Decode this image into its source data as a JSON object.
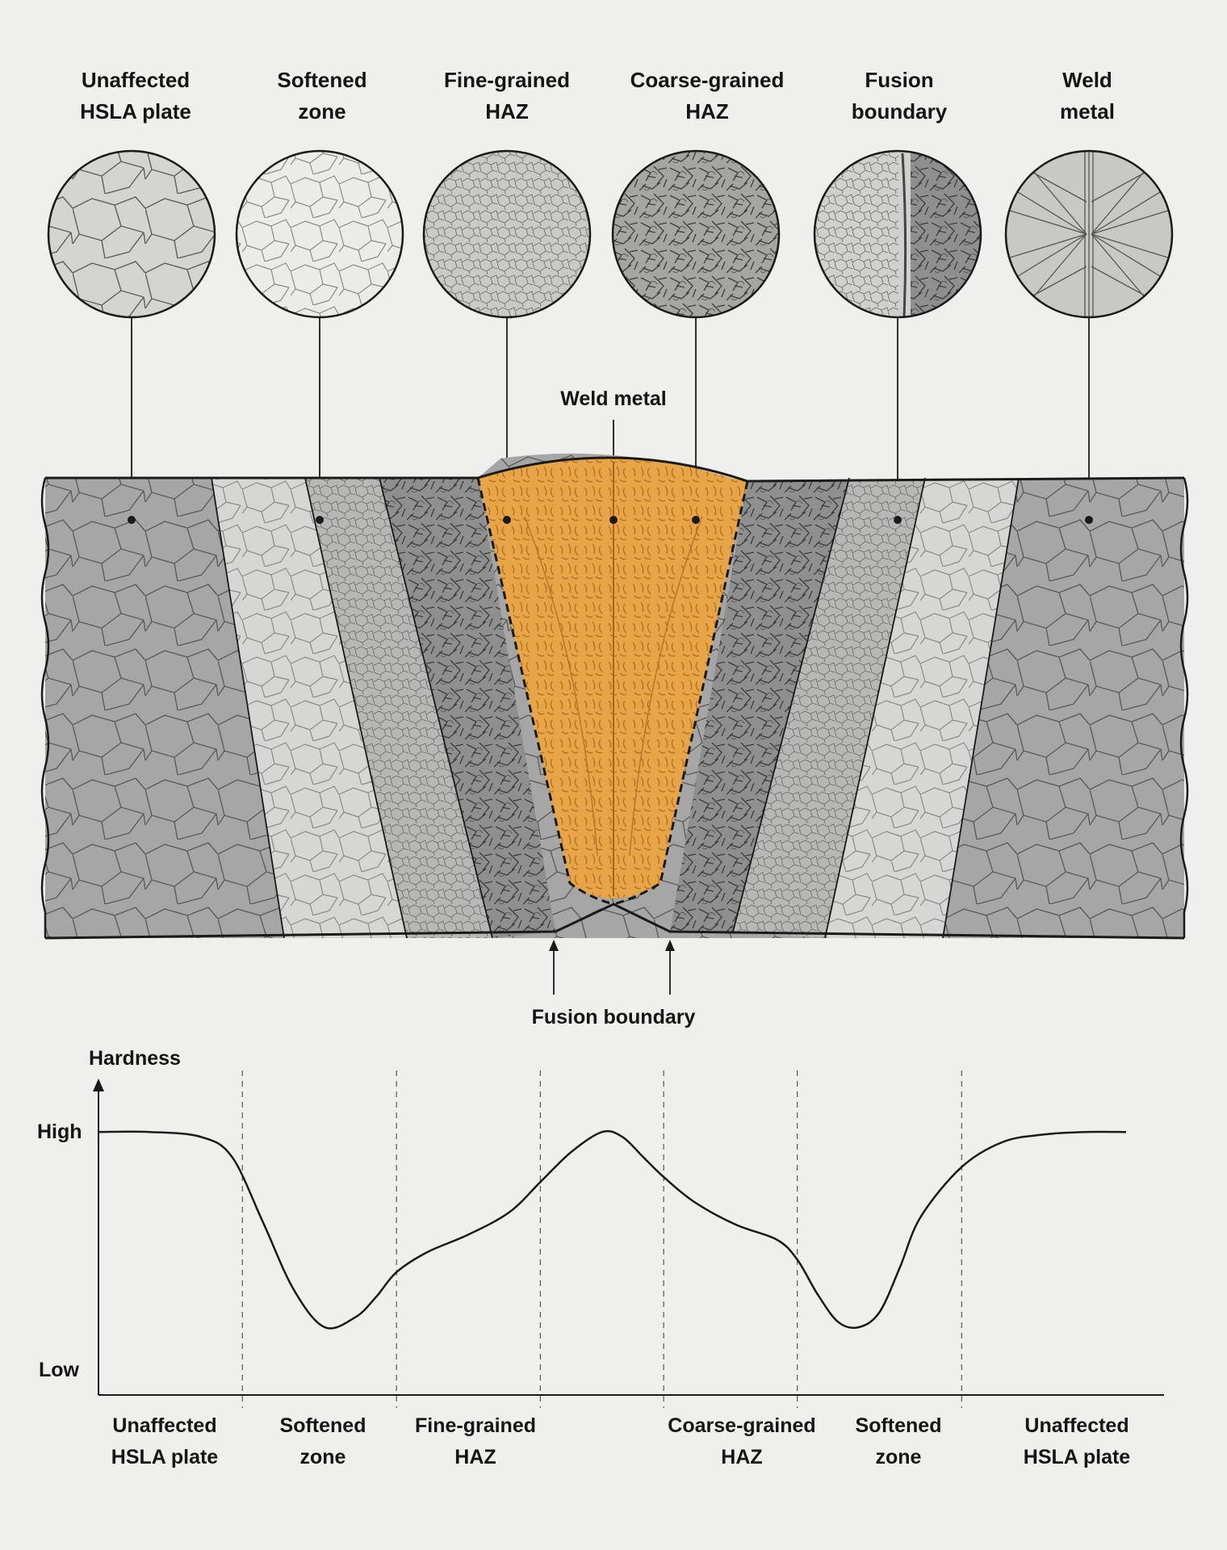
{
  "top_labels": [
    {
      "line1": "Unaffected",
      "line2": "HSLA plate"
    },
    {
      "line1": "Softened",
      "line2": "zone"
    },
    {
      "line1": "Fine-grained",
      "line2": "HAZ"
    },
    {
      "line1": "Coarse-grained",
      "line2": "HAZ"
    },
    {
      "line1": "Fusion",
      "line2": "boundary"
    },
    {
      "line1": "Weld",
      "line2": "metal"
    }
  ],
  "weld_metal_label": "Weld metal",
  "fusion_boundary_label": "Fusion boundary",
  "colors": {
    "background": "#efefed",
    "weld_metal": "#e8a548",
    "unaffected_plate": "#a6a6a6",
    "softened_zone": "#d6d6d4",
    "fine_grained_haz": "#b7b7b5",
    "coarse_grained_haz": "#8f8f8f",
    "outline": "#1a1a1a"
  },
  "chart_data": {
    "type": "line",
    "ylabel": "Hardness",
    "y_ticks": [
      "High",
      "Low"
    ],
    "x_zone_labels": [
      {
        "line1": "Unaffected",
        "line2": "HSLA plate"
      },
      {
        "line1": "Softened",
        "line2": "zone"
      },
      {
        "line1": "Fine-grained",
        "line2": "HAZ"
      },
      {
        "line1": "Coarse-grained",
        "line2": "HAZ"
      },
      {
        "line1": "Softened",
        "line2": "zone"
      },
      {
        "line1": "Unaffected",
        "line2": "HSLA plate"
      }
    ],
    "zone_boundaries": [
      0.14,
      0.29,
      0.43,
      0.55,
      0.68,
      0.84
    ],
    "ylim": [
      0,
      1
    ],
    "grid": false,
    "series": [
      {
        "x": [
          0.0,
          0.05,
          0.1,
          0.13,
          0.16,
          0.19,
          0.22,
          0.25,
          0.27,
          0.29,
          0.32,
          0.36,
          0.4,
          0.43,
          0.46,
          0.49,
          0.51,
          0.53,
          0.55,
          0.58,
          0.62,
          0.66,
          0.68,
          0.7,
          0.72,
          0.74,
          0.76,
          0.78,
          0.8,
          0.84,
          0.88,
          0.92,
          0.96,
          1.0
        ],
        "values": [
          0.98,
          0.98,
          0.96,
          0.88,
          0.62,
          0.35,
          0.2,
          0.24,
          0.32,
          0.42,
          0.5,
          0.57,
          0.66,
          0.78,
          0.9,
          0.98,
          0.96,
          0.88,
          0.8,
          0.7,
          0.61,
          0.55,
          0.47,
          0.33,
          0.22,
          0.2,
          0.26,
          0.44,
          0.64,
          0.84,
          0.94,
          0.97,
          0.98,
          0.98
        ]
      }
    ]
  }
}
